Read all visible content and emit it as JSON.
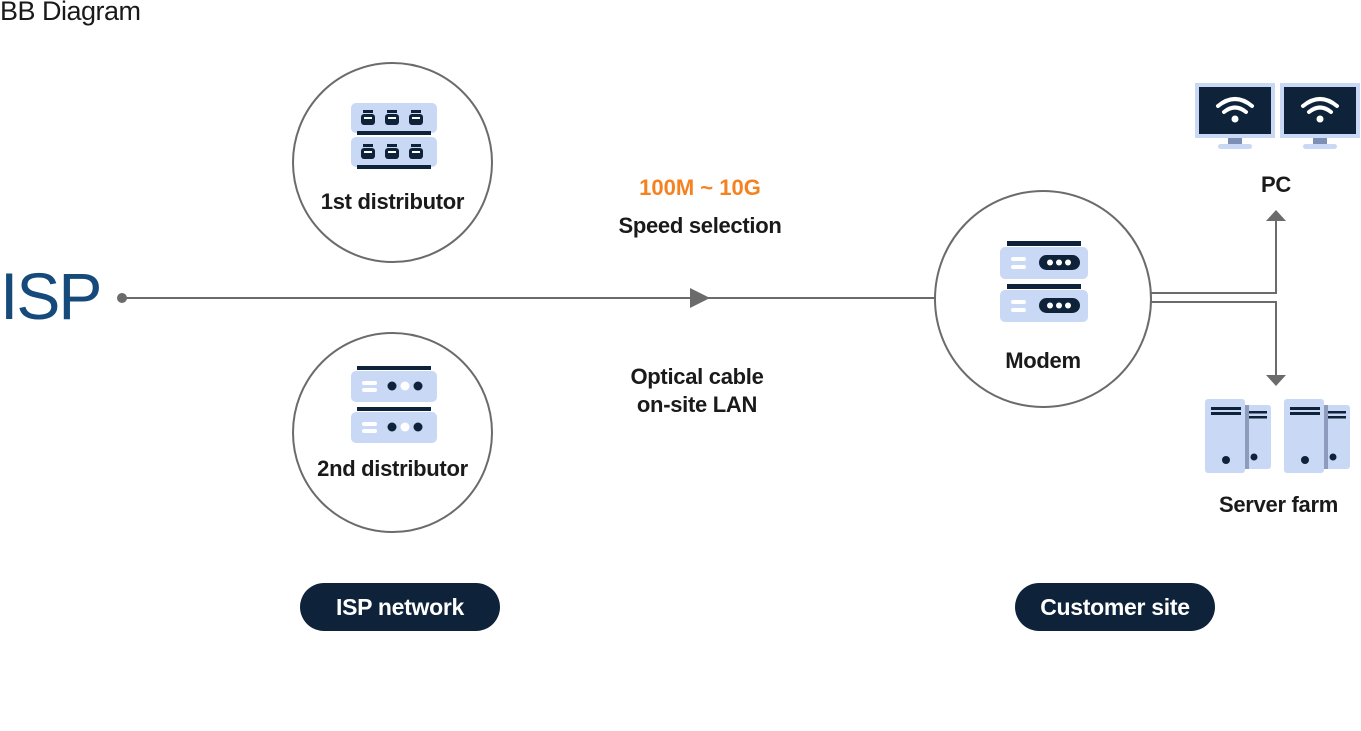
{
  "title": "BB Diagram",
  "source_label": "ISP",
  "nodes": {
    "distributor1": {
      "label": "1st distributor",
      "icon": "switch-rack-icon"
    },
    "distributor2": {
      "label": "2nd distributor",
      "icon": "server-rack-icon"
    },
    "modem": {
      "label": "Modem",
      "icon": "modem-icon"
    },
    "pc": {
      "label": "PC",
      "icon": "wifi-monitor-icon",
      "count": 2
    },
    "server_farm": {
      "label": "Server farm",
      "icon": "server-tower-icon",
      "count": 2
    }
  },
  "link": {
    "speed": "100M ~ 10G",
    "speed_caption": "Speed selection",
    "medium_line1": "Optical cable",
    "medium_line2": "on-site LAN"
  },
  "sections": {
    "isp_network": "ISP network",
    "customer_site": "Customer site"
  },
  "colors": {
    "isp_text": "#154a7a",
    "speed_accent": "#f58220",
    "pill_bg": "#0e233a",
    "icon_fill": "#c9d8f5",
    "icon_dark": "#0e233a",
    "line": "#6b6b6b"
  }
}
